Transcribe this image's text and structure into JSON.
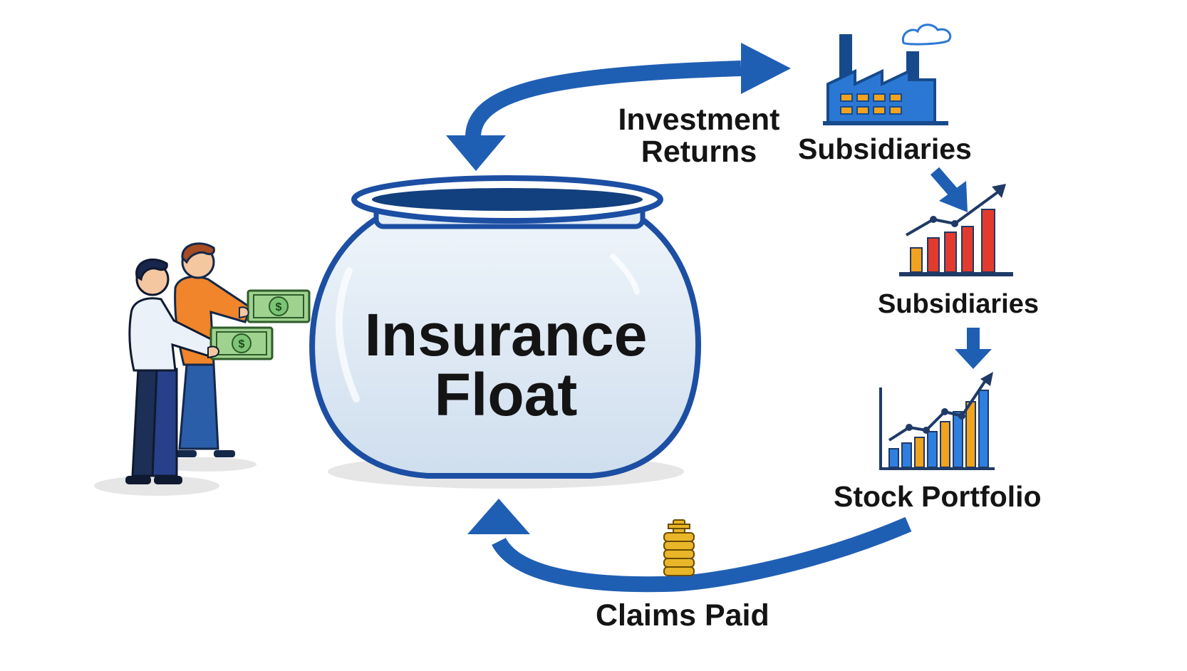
{
  "diagram": {
    "center": {
      "line1": "Insurance",
      "line2": "Float"
    },
    "investment_returns": {
      "line1": "Investment",
      "line2": "Returns"
    },
    "subsidiaries_top": "Subsidiaries",
    "subsidiaries_mid": "Subsidiaries",
    "stock_portfolio": "Stock Portfolio",
    "claims_paid": "Claims Paid",
    "money_symbol": "$"
  },
  "colors": {
    "arrow_blue": "#1f5fb3",
    "jar_outline": "#1c4fa3",
    "jar_fill": "#dbe8f4",
    "factory_blue": "#2b78d4",
    "bar_red": "#e23b2e",
    "bar_orange": "#f2a31d",
    "bar_blue": "#2f7fe0",
    "money_green": "#7cc576",
    "coin_gold": "#e8b628"
  },
  "icons": [
    "factory-icon",
    "bar-chart-icon",
    "stock-chart-icon",
    "coin-stack-icon",
    "people-icon",
    "money-icon"
  ]
}
